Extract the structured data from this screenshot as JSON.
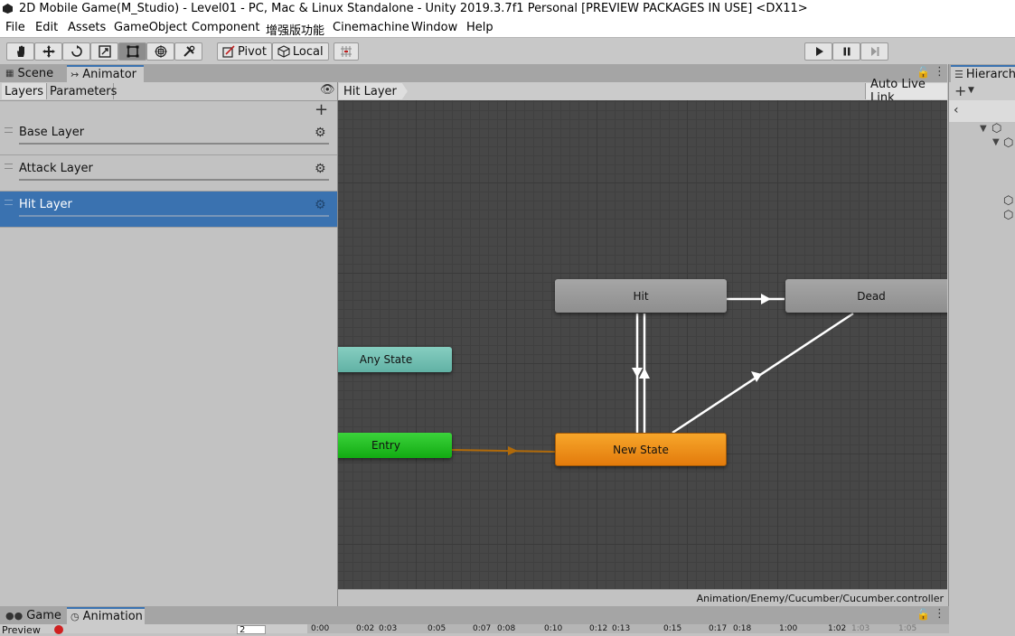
{
  "window": {
    "title": "2D Mobile Game(M_Studio) - Level01 - PC, Mac & Linux Standalone - Unity 2019.3.7f1 Personal [PREVIEW PACKAGES IN USE] <DX11>"
  },
  "menu": [
    "File",
    "Edit",
    "Assets",
    "GameObject",
    "Component",
    "增强版功能",
    "Cinemachine",
    "Window",
    "Help"
  ],
  "toolbar": {
    "pivot_label": "Pivot",
    "local_label": "Local"
  },
  "dock_tabs": {
    "scene": "Scene",
    "animator": "Animator",
    "hierarchy": "Hierarch"
  },
  "animator": {
    "tabs": {
      "layers": "Layers",
      "parameters": "Parameters"
    },
    "layers": [
      {
        "name": "Base Layer",
        "selected": false
      },
      {
        "name": "Attack Layer",
        "selected": false
      },
      {
        "name": "Hit Layer",
        "selected": true
      }
    ],
    "breadcrumb": "Hit Layer",
    "auto_live_link": "Auto Live Link",
    "states": {
      "hit": "Hit",
      "dead": "Dead",
      "any_state": "Any State",
      "entry": "Entry",
      "new_state": "New State"
    },
    "controller_path": "Animation/Enemy/Cucumber/Cucumber.controller"
  },
  "bottom_tabs": {
    "game": "Game",
    "animation": "Animation"
  },
  "timeline": {
    "preview_label": "Preview",
    "frame_value": "2",
    "ticks": [
      "0:00",
      "0:02",
      "0:03",
      "0:05",
      "0:07",
      "0:08",
      "0:10",
      "0:12",
      "0:13",
      "0:15",
      "0:17",
      "0:18",
      "1:00",
      "1:02",
      "1:03",
      "1:05"
    ]
  },
  "colors": {
    "selected_layer": "#3a72b0",
    "default_state": "#f29418",
    "entry_state": "#22c022",
    "any_state": "#74c2b4",
    "state_node": "#9a9a9a"
  }
}
